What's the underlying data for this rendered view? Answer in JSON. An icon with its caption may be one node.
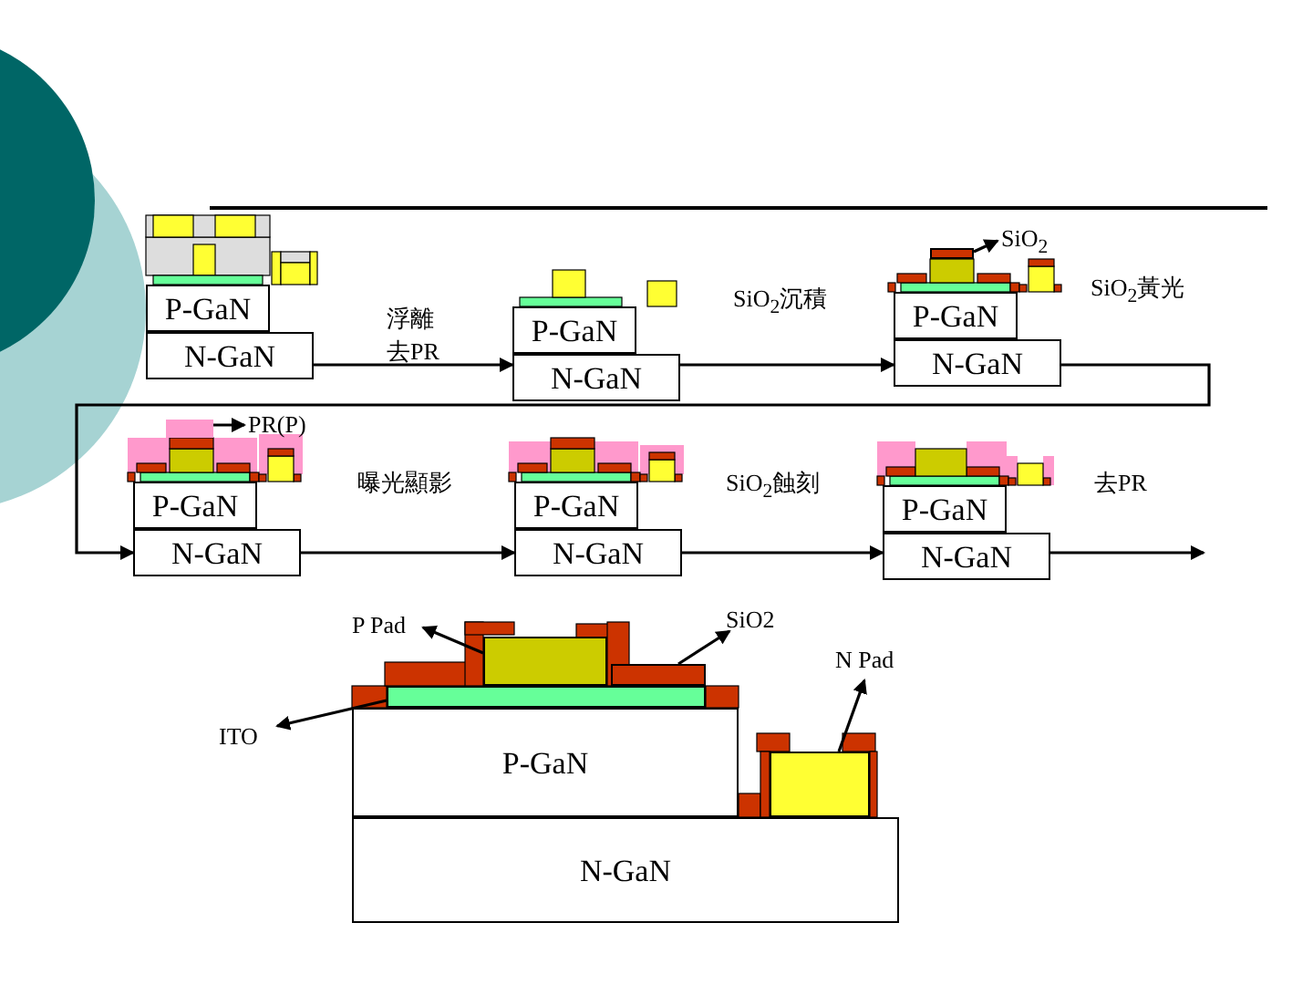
{
  "diagram": {
    "nodes": [
      {
        "text": [
          "P-GaN"
        ]
      },
      {
        "text": [
          "N-GaN"
        ]
      },
      {
        "text": [
          "P-GaN"
        ]
      },
      {
        "text": [
          "N-GaN"
        ]
      },
      {
        "text": [
          "P-GaN"
        ]
      },
      {
        "text": [
          "N-GaN"
        ]
      },
      {
        "text": [],
        "shape": "box"
      },
      {
        "text": [
          "SiO$_{2}$"
        ]
      },
      {
        "text": [
          "P-GaN"
        ]
      },
      {
        "text": [
          "N-GaN"
        ]
      },
      {
        "text": [],
        "shape": "box"
      },
      {
        "text": [
          "PR(P)"
        ]
      },
      {
        "text": [
          "P-GaN"
        ]
      },
      {
        "text": [
          "N-GaN"
        ]
      },
      {
        "text": [
          "P-GaN"
        ]
      },
      {
        "text": [
          "N-GaN"
        ]
      },
      {
        "text": [
          "P Pad"
        ]
      },
      {
        "text": [],
        "shape": "box"
      },
      {
        "text": [
          "SiO2"
        ]
      },
      {
        "text": [],
        "shape": "box"
      },
      {
        "text": [
          "N Pad"
        ]
      },
      {
        "text": [],
        "shape": "box"
      },
      {
        "text": [
          "ITO"
        ]
      },
      {
        "text": [],
        "shape": "box"
      },
      {
        "text": [
          "P-GaN"
        ]
      },
      {
        "text": [
          "N-GaN"
        ]
      }
    ],
    "edges": [
      {
        "from": 1,
        "to": 3,
        "arrow": "to",
        "label": "浮離"
      },
      {
        "from": 3,
        "to": 5,
        "arrow": "to",
        "label": "SiO$_{2}$沉積"
      },
      {
        "from": 5,
        "to": 9,
        "arrow": "to",
        "label": "SiO$_{2}$黃光"
      },
      {
        "from": 9,
        "to": 13,
        "arrow": "to",
        "label": "曝光顯影"
      },
      {
        "from": 13,
        "to": 15,
        "arrow": "to",
        "label": "SiO$_{2}$蝕刻"
      },
      {
        "from": 15,
        "to": null,
        "arrow": "to",
        "label": "去PR"
      },
      {
        "from": 6,
        "to": 7,
        "arrow": "to"
      },
      {
        "from": 10,
        "to": 11,
        "arrow": "to"
      },
      {
        "from": 17,
        "to": 16,
        "arrow": "to"
      },
      {
        "from": 19,
        "to": 18,
        "arrow": "to"
      },
      {
        "from": 21,
        "to": 20,
        "arrow": "to"
      },
      {
        "from": 23,
        "to": 22,
        "arrow": "to"
      }
    ],
    "labels": [
      "去PR"
    ]
  }
}
